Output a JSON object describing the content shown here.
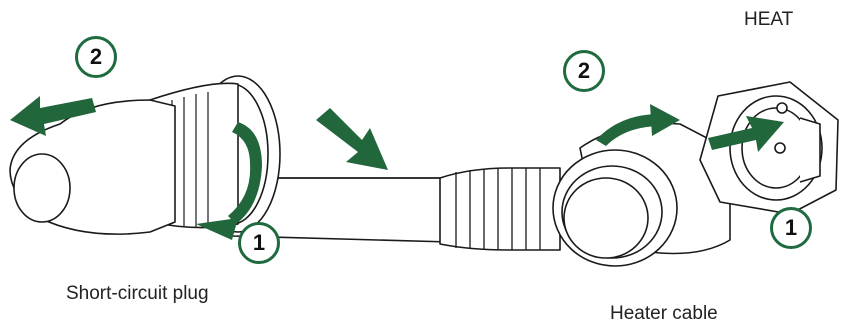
{
  "labels": {
    "heat": "HEAT",
    "short_circuit_plug": "Short-circuit plug",
    "heater_cable": "Heater cable"
  },
  "steps": {
    "plug_step_2": "2",
    "plug_step_1": "1",
    "cable_step_2": "2",
    "cable_step_1": "1"
  },
  "colors": {
    "arrow": "#22663c",
    "outline": "#1a1a1a",
    "badge_border": "#1f6b3f"
  }
}
